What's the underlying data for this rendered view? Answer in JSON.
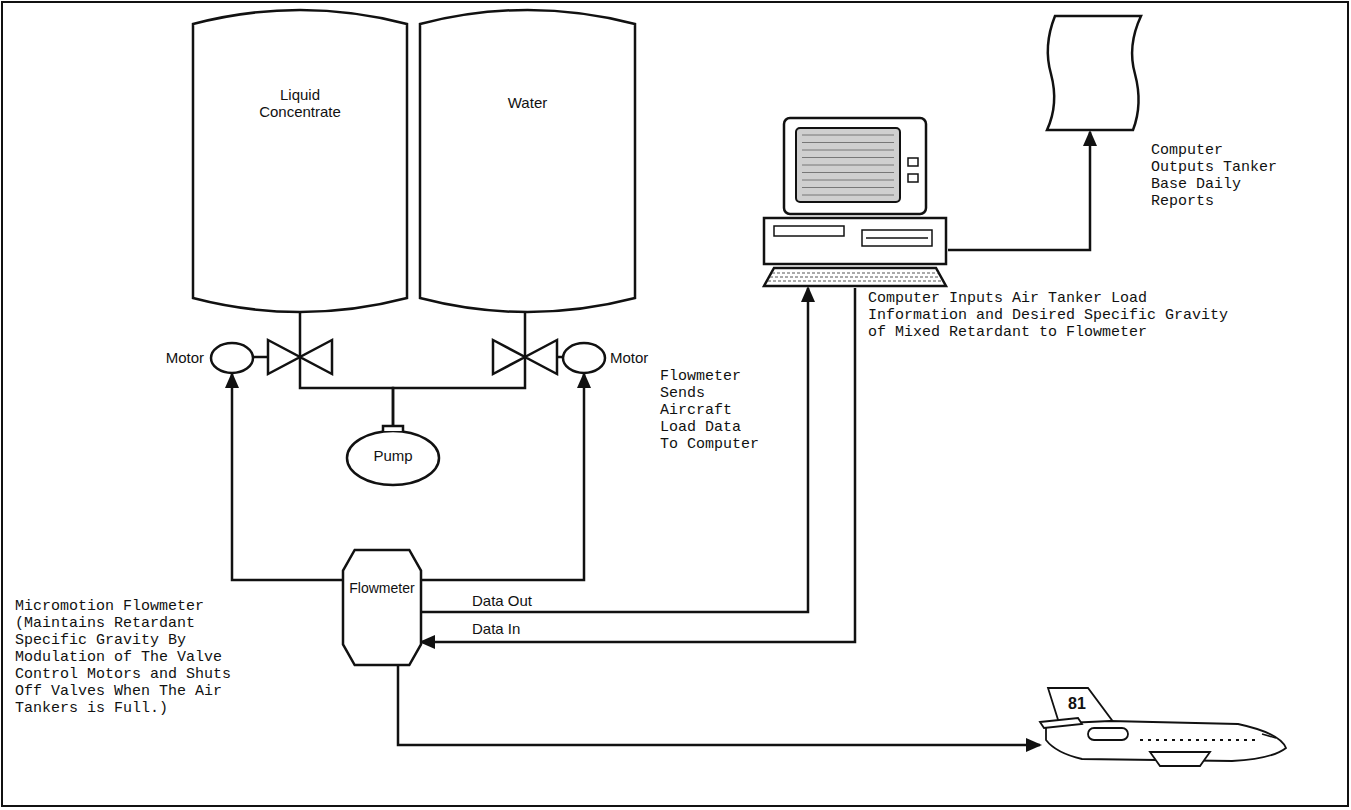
{
  "diagram": {
    "nodes": [
      {
        "text": [
          "Liquid Concentrate"
        ]
      },
      {
        "text": [
          "Water"
        ]
      },
      {
        "text": [
          "Motor"
        ]
      },
      {
        "text": [
          "Motor"
        ]
      },
      {
        "text": [
          "Pump"
        ]
      },
      {
        "text": [
          "Flowmeter"
        ]
      },
      {
        "text": [
          "Computer Inputs Air Tanker Load Information and Desired Specific Gravity of Mixed Retardant to Flowmeter"
        ]
      },
      {
        "text": [
          "Computer Outputs Tanker Base Daily Reports"
        ]
      }
    ],
    "edges": [
      {
        "from": 0,
        "to": 4,
        "arrow": "none"
      },
      {
        "from": 1,
        "to": 4,
        "arrow": "none"
      },
      {
        "from": 5,
        "to": 2,
        "arrow": "to"
      },
      {
        "from": 5,
        "to": 3,
        "arrow": "to"
      },
      {
        "from": 5,
        "to": 6,
        "label": "Data Out",
        "arrow": "to"
      },
      {
        "from": 6,
        "to": 5,
        "label": "Data In",
        "arrow": "to"
      },
      {
        "from": 6,
        "to": 7,
        "arrow": "to"
      }
    ],
    "labels": [
      "Flowmeter Sends Aircraft Load Data To Computer",
      "Micromotion Flowmeter (Maintains Retardant Specific Gravity By Modulation of The Valve Control Motors and Shuts Off Valves When The Air Tankers is Full.)",
      "81"
    ]
  }
}
